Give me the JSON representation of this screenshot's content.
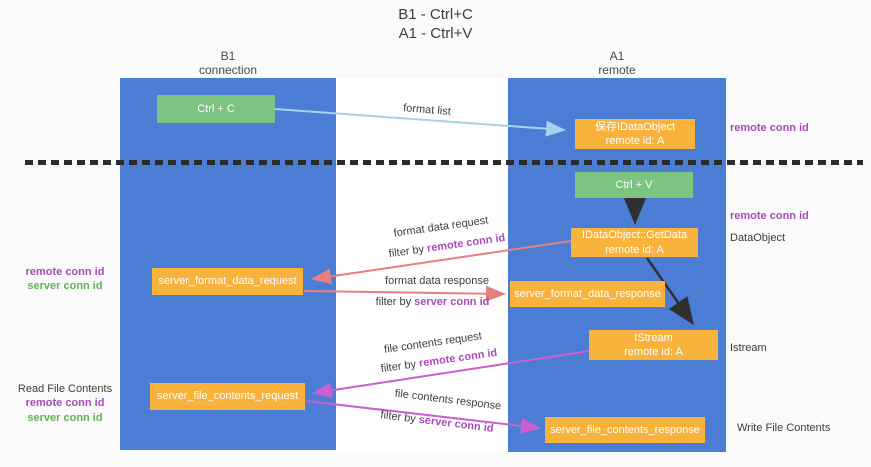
{
  "colors": {
    "bg": "#fafafa",
    "band": "#ffffff",
    "blue": "#4a7dd3",
    "green": "#7cc47f",
    "orange": "#f9b23c",
    "purple": "#a64cb8",
    "greentext": "#67ae5b",
    "red": "#e87e7e",
    "magenta": "#cb5fcf",
    "lightblue": "#a9d1ef",
    "dark": "#3d3d3d",
    "black": "#2f2f2f"
  },
  "title": {
    "line1": "B1 - Ctrl+C",
    "line2": "A1 - Ctrl+V"
  },
  "headers": {
    "left": {
      "line1": "B1",
      "line2": "connection"
    },
    "right": {
      "line1": "A1",
      "line2": "remote"
    }
  },
  "nodes": {
    "ctrl_c": "Ctrl + C",
    "ctrl_v": "Ctrl + V",
    "save_idataobject": {
      "line1": "保存IDataObject",
      "line2": "remote id: A"
    },
    "getdata": {
      "line1": "IDataObject::GetData",
      "line2": "remote id: A"
    },
    "istream": {
      "line1": "IStream",
      "line2": "remote id: A"
    },
    "server_format_data_request": "server_format_data_request",
    "server_format_data_response": "server_format_data_response",
    "server_file_contents_request": "server_file_contents_request",
    "server_file_contents_response": "server_file_contents_response"
  },
  "edge_labels": {
    "format_list": "format list",
    "format_data_request": "format data request",
    "format_data_response": "format data response",
    "file_contents_request": "file contents request",
    "file_contents_response": "file contents response",
    "filter_by": "filter by",
    "remote_conn_id": "remote conn id",
    "server_conn_id": "server conn id"
  },
  "annotations": {
    "right": {
      "remote_conn_id_top": "remote conn id",
      "remote_conn_id_mid": "remote conn id",
      "dataobject": "DataObject",
      "istream": "Istream",
      "write_file_contents": "Write File Contents"
    },
    "left": {
      "remote_conn_id_1": "remote conn id",
      "server_conn_id_1": "server conn id",
      "read_file_contents": "Read File Contents",
      "remote_conn_id_2": "remote conn id",
      "server_conn_id_2": "server conn id"
    }
  }
}
